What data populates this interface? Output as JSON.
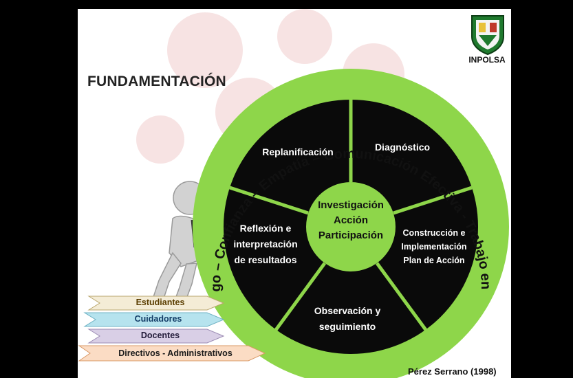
{
  "title": "FUNDAMENTACIÓN",
  "logo": {
    "text": "INPOLSA"
  },
  "outer_ring_text": "Liderazgo – Confianza – Empatía – Comunicación Efectiva - Trabajo en Equipo",
  "center": {
    "lines": [
      "Investigación",
      "Acción",
      "Participación"
    ]
  },
  "segments": [
    {
      "name": "diagnostico",
      "lines": [
        "Diagnóstico"
      ]
    },
    {
      "name": "construccion",
      "lines": [
        "Construcción e",
        "Implementación",
        "Plan de Acción"
      ]
    },
    {
      "name": "observacion",
      "lines": [
        "Observación y",
        "seguimiento"
      ]
    },
    {
      "name": "reflexion",
      "lines": [
        "Reflexión e",
        "interpretación",
        "de resultados"
      ]
    },
    {
      "name": "replanificacion",
      "lines": [
        "Replanificación"
      ]
    }
  ],
  "stakeholders": [
    "Estudiantes",
    "Cuidadores",
    "Docentes",
    "Directivos - Administrativos"
  ],
  "citation": "Pérez Serrano (1998)",
  "colors": {
    "ring_green": "#8ed64a",
    "dark": "#0a0a0a",
    "arrow_estudiantes": "#f4ecd6",
    "arrow_cuidadores": "#b6e3ee",
    "arrow_docentes": "#d9cfe6",
    "arrow_directivos": "#fbdcc4",
    "watermark": "#f6e0e0"
  }
}
